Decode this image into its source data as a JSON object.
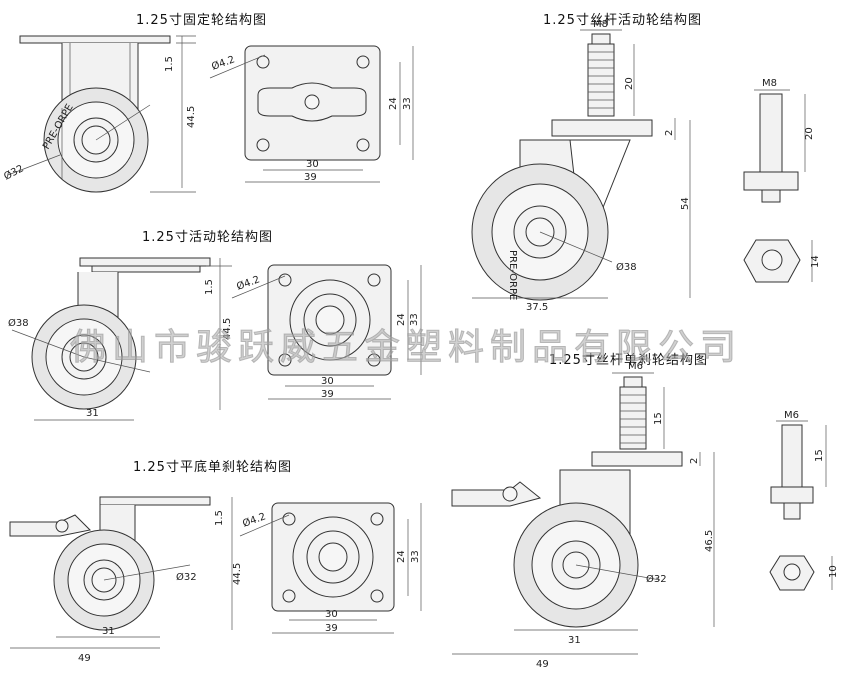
{
  "titles": {
    "fixed": "1.25寸固定轮结构图",
    "swivel": "1.25寸活动轮结构图",
    "flat_brake": "1.25寸平底单刹轮结构图",
    "stem_swivel": "1.25寸丝杆活动轮结构图",
    "stem_brake": "1.25寸丝杆单刹轮结构图"
  },
  "watermark": "佛山市骏跃威五金塑料制品有限公司",
  "wheel_print": "PRE-ORPE",
  "dims": {
    "d1_5": "1.5",
    "d44_5": "44.5",
    "d32": "Ø32",
    "d42": "Ø4.2",
    "d24": "24",
    "d33": "33",
    "d30": "30",
    "d39": "39",
    "d38": "Ø38",
    "d31": "31",
    "d49": "49",
    "m8": "M8",
    "d20": "20",
    "d2": "2",
    "d54": "54",
    "d37_5": "37.5",
    "d14": "14",
    "m6": "M6",
    "d15": "15",
    "d46_5": "46.5",
    "d10": "10"
  }
}
